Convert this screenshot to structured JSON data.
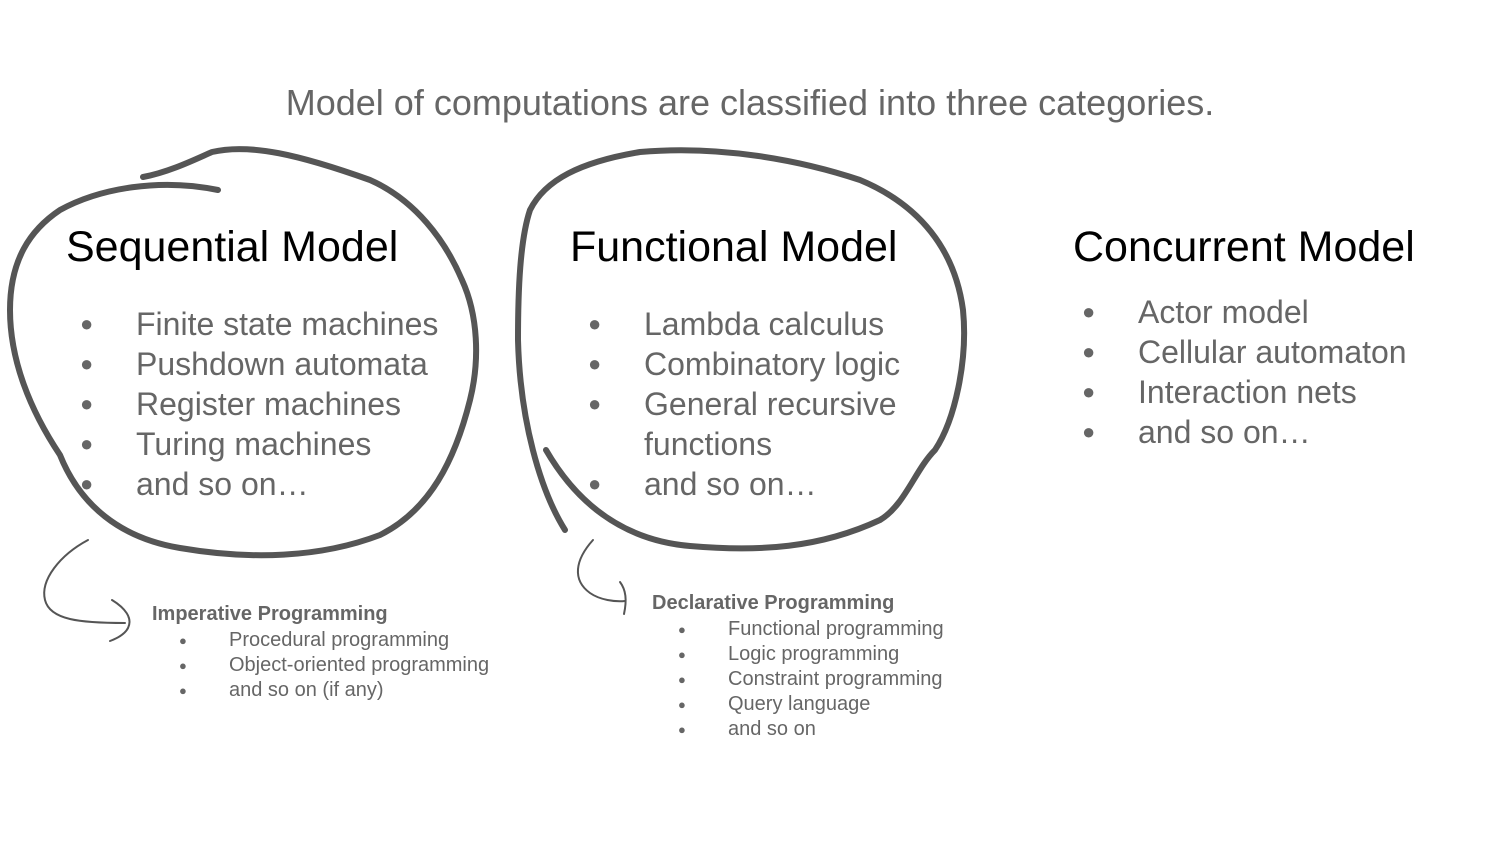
{
  "title": "Model of computations are classified into three categories.",
  "models": {
    "sequential": {
      "title": "Sequential Model",
      "items": [
        "Finite state machines",
        "Pushdown automata",
        "Register machines",
        "Turing machines",
        "and so on…"
      ]
    },
    "functional": {
      "title": "Functional Model",
      "items": [
        "Lambda calculus",
        "Combinatory logic",
        "General recursive functions",
        "and so on…"
      ]
    },
    "concurrent": {
      "title": "Concurrent Model",
      "items": [
        "Actor model",
        "Cellular automaton",
        "Interaction nets",
        "and so on…"
      ]
    }
  },
  "paradigms": {
    "imperative": {
      "title": "Imperative Programming",
      "items": [
        "Procedural programming",
        "Object-oriented programming",
        "and so on (if any)"
      ]
    },
    "declarative": {
      "title": "Declarative Programming",
      "items": [
        "Functional programming",
        "Logic programming",
        "Constraint programming",
        "Query language",
        "and so on"
      ]
    }
  },
  "colors": {
    "ink": "#555555",
    "text": "#666666",
    "heading": "#000000"
  }
}
